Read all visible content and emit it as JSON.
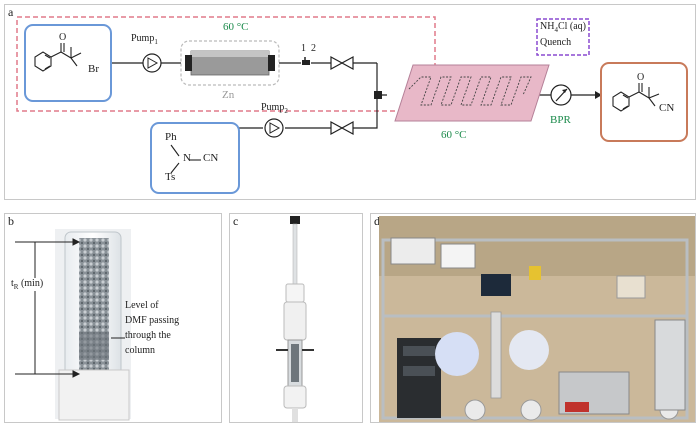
{
  "panels": {
    "a": {
      "label": "a",
      "temp_top": "60 °C",
      "temp_reactor": "60 °C",
      "pump1": "Pump",
      "pump1_sub": "1",
      "pump2": "Pump",
      "pump2_sub": "2",
      "zn": "Zn",
      "valve_1": "1",
      "valve_2": "2",
      "bpr": "BPR",
      "quench_line1_pre": "NH",
      "quench_line1_sub": "4",
      "quench_line1_post": "Cl (aq)",
      "quench_line2": "Quench",
      "reagent1": {
        "br": "Br"
      },
      "reagent2": {
        "ph": "Ph",
        "n": "N",
        "cn": "CN",
        "ts": "Ts"
      },
      "product": {
        "cn": "CN"
      }
    },
    "b": {
      "label": "b",
      "tr_main": "t",
      "tr_sub": "R",
      "tr_unit": " (min)",
      "level_lines": [
        "Level of",
        "DMF passing",
        "through the",
        "column"
      ]
    },
    "c": {
      "label": "c"
    },
    "d": {
      "label": "d"
    }
  },
  "colors": {
    "dashed_red": "#e07a8a",
    "dashed_purple": "#8a4ad0",
    "reagent_border": "#6a98d8",
    "product_border": "#c87a5a",
    "reactor_fill": "#e8b8c8",
    "green_text": "#1a8a4a"
  }
}
